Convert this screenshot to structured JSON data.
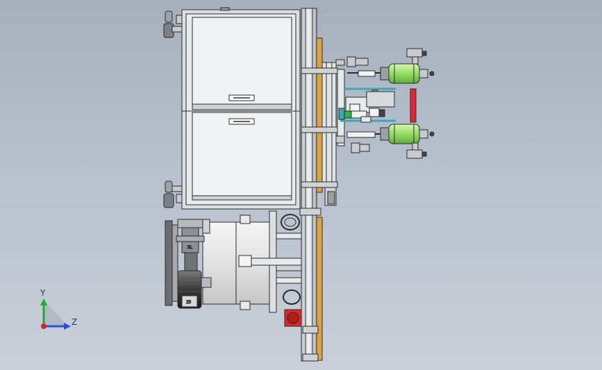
{
  "viewport": {
    "background_top": "#a6b0bd",
    "background_bottom": "#c9d0d9"
  },
  "triad": {
    "y_label": "Y",
    "z_label": "Z",
    "y_color": "#1faa33",
    "z_color": "#2a4fd6",
    "origin_color": "#d8232a"
  },
  "colors": {
    "steel": "#d9dcdf",
    "outline": "#2b2b2b",
    "orange_strip": "#e0a23a",
    "green_tank": "#9be06a",
    "red_bar": "#e0243a",
    "red_button": "#d82828",
    "teal_pipe": "#3aa8b8",
    "green_block": "#2fb34a"
  },
  "pump_markings": {
    "label_top": "XL",
    "label_motor": "25"
  }
}
